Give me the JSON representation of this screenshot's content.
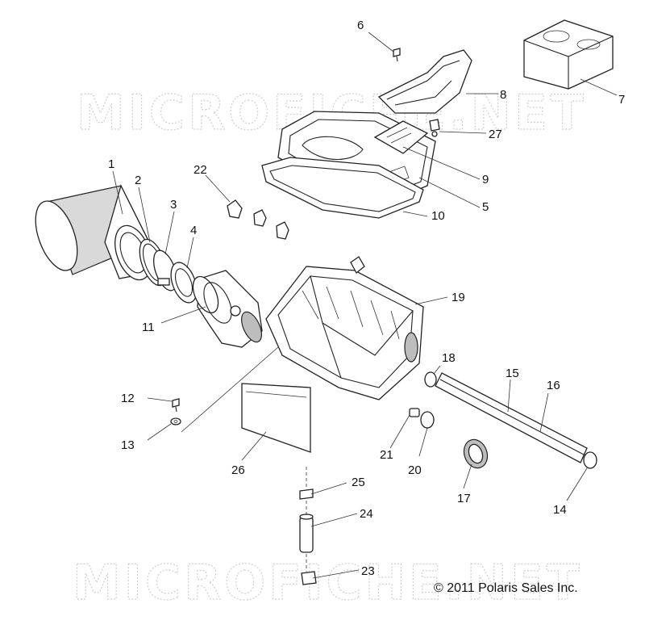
{
  "watermarks": [
    "MICROFICHE.NET",
    "MICROFICHE.NET"
  ],
  "copyright": "© 2011 Polaris Sales Inc.",
  "callouts": [
    "1",
    "2",
    "3",
    "4",
    "5",
    "6",
    "7",
    "8",
    "9",
    "10",
    "11",
    "12",
    "13",
    "14",
    "15",
    "16",
    "17",
    "18",
    "19",
    "20",
    "21",
    "22",
    "23",
    "24",
    "25",
    "26",
    "27"
  ]
}
